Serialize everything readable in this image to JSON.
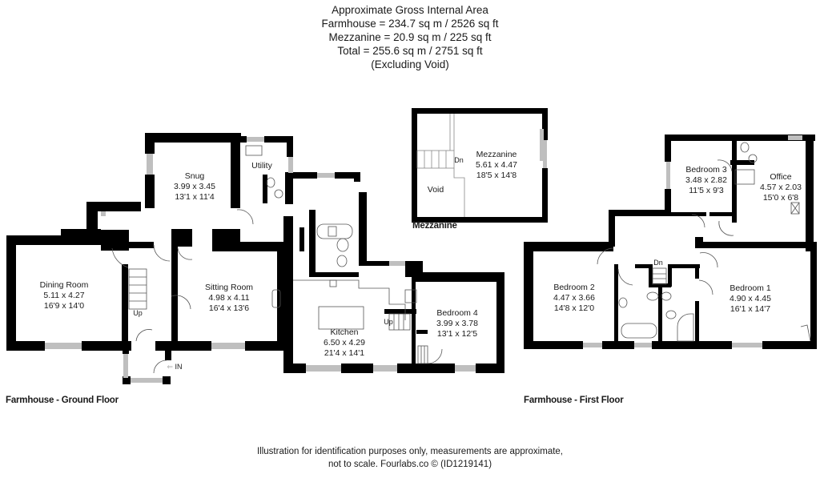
{
  "header": {
    "title": "Approximate Gross Internal Area",
    "farmhouse_area": "Farmhouse = 234.7 sq m / 2526 sq ft",
    "mezzanine_area": "Mezzanine = 20.9 sq m / 225 sq ft",
    "total_area": "Total = 255.6 sq m / 2751 sq ft",
    "note": "(Excluding Void)"
  },
  "ground_floor": {
    "title": "Farmhouse - Ground Floor",
    "rooms": [
      {
        "name": "Dining Room",
        "metric": "5.11 x 4.27",
        "imperial": "16'9 x 14'0"
      },
      {
        "name": "Snug",
        "metric": "3.99 x 3.45",
        "imperial": "13'1 x 11'4"
      },
      {
        "name": "Utility"
      },
      {
        "name": "Sitting Room",
        "metric": "4.98 x 4.11",
        "imperial": "16'4 x 13'6"
      },
      {
        "name": "Kitchen",
        "metric": "6.50 x 4.29",
        "imperial": "21'4 x 14'1"
      },
      {
        "name": "Bedroom 4",
        "metric": "3.99 x 3.78",
        "imperial": "13'1 x 12'5"
      }
    ],
    "stairs_labels": [
      "Up",
      "Up"
    ],
    "entrance_label": "IN"
  },
  "mezzanine": {
    "title": "Mezzanine",
    "rooms": [
      {
        "name": "Mezzanine",
        "metric": "5.61 x 4.47",
        "imperial": "18'5 x 14'8"
      },
      {
        "name": "Void"
      }
    ],
    "stairs_label": "Dn"
  },
  "first_floor": {
    "title": "Farmhouse - First Floor",
    "rooms": [
      {
        "name": "Bedroom 3",
        "metric": "3.48 x 2.82",
        "imperial": "11'5 x 9'3"
      },
      {
        "name": "Office",
        "metric": "4.57 x 2.03",
        "imperial": "15'0 x 6'8"
      },
      {
        "name": "Bedroom 2",
        "metric": "4.47 x 3.66",
        "imperial": "14'8 x 12'0"
      },
      {
        "name": "Bedroom 1",
        "metric": "4.90 x 4.45",
        "imperial": "16'1 x 14'7"
      }
    ],
    "stairs_label": "Dn"
  },
  "footer": {
    "line1": "Illustration for identification purposes only, measurements are approximate,",
    "line2": "not to scale. Fourlabs.co © (ID1219141)"
  },
  "colors": {
    "wall": "#000000",
    "window": "#bfbfbf",
    "background": "#ffffff"
  }
}
